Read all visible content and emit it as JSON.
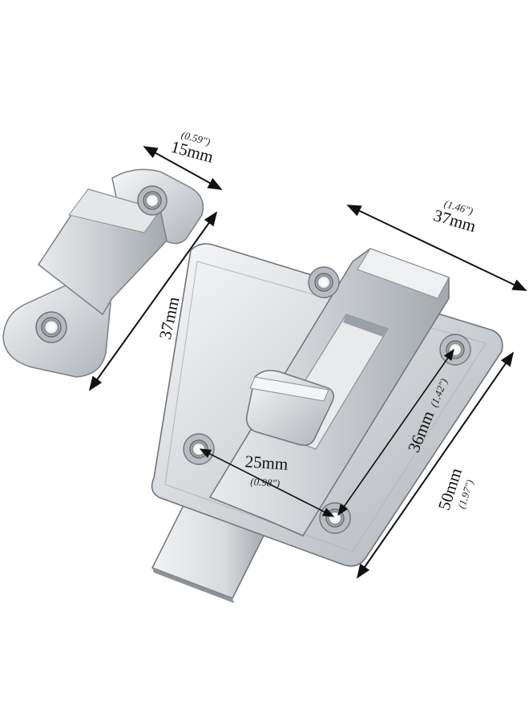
{
  "dimensions": {
    "strike_width": {
      "mm": "15mm",
      "inch": "(0.59\")"
    },
    "strike_length": {
      "mm": "37mm",
      "inch": "(1.46\")"
    },
    "bolt_width": {
      "mm": "37mm",
      "inch": "(1.46\")"
    },
    "bolt_length": {
      "mm": "50mm",
      "inch": "(1.97\")"
    },
    "hole_vertical": {
      "mm": "36mm",
      "inch": "(1.42\")"
    },
    "hole_horizontal": {
      "mm": "25mm",
      "inch": "(0.98\")"
    }
  },
  "colors": {
    "steel_light": "#eceef0",
    "steel_mid": "#c3c7cb",
    "steel_dark": "#8b9096",
    "edge": "#6f747a",
    "arrow": "#111111"
  }
}
